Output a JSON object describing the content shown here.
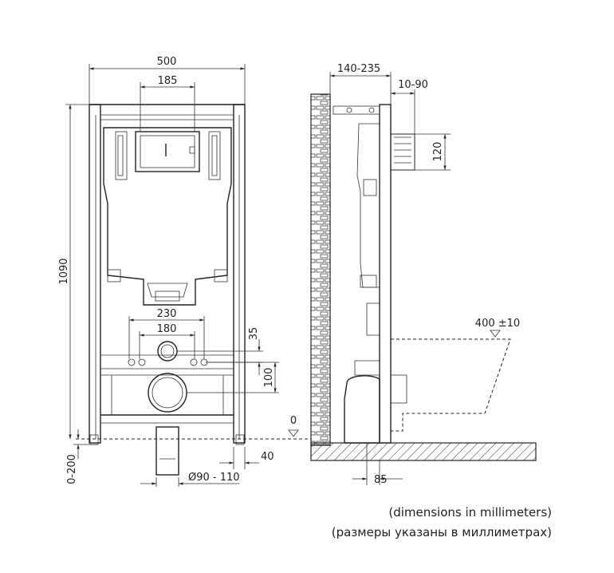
{
  "front_view": {
    "width": "500",
    "mount_spacing": "185",
    "height": "1090",
    "stud_span_outer": "230",
    "stud_span_inner": "180",
    "drain_offset_top": "35",
    "drain_offset": "100",
    "floor_level": "0",
    "leg_adjust": "0-200",
    "leg_offset": "40",
    "pipe_diameter": "Ø90 - 110"
  },
  "side_view": {
    "depth_range": "140-235",
    "cistern_projection": "10-90",
    "cistern_height": "120",
    "bowl_height": "400 ±10",
    "drain_distance": "85"
  },
  "notes": {
    "en": "(dimensions in millimeters)",
    "ru": "(размеры указаны в миллиметрах)"
  }
}
